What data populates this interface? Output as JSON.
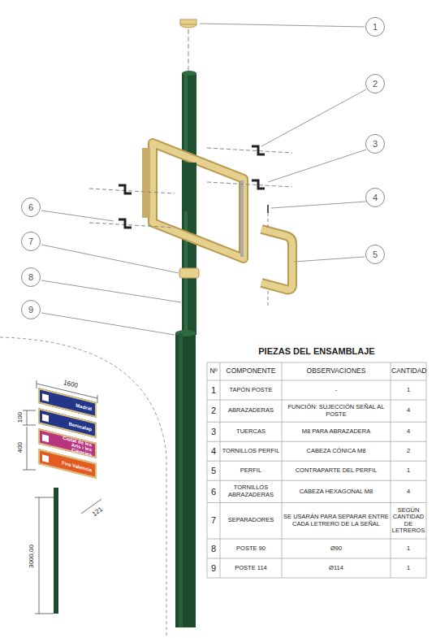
{
  "diagram": {
    "nodes": [
      {
        "text": [
          "1"
        ]
      },
      {
        "text": [
          "2"
        ]
      },
      {
        "text": [
          "3"
        ]
      },
      {
        "text": [
          "4"
        ]
      },
      {
        "text": [
          "5"
        ]
      },
      {
        "text": [
          "6"
        ]
      },
      {
        "text": [
          "7"
        ]
      },
      {
        "text": [
          "8"
        ]
      },
      {
        "text": [
          "9"
        ]
      },
      {
        "text": [
          "Madrid"
        ]
      },
      {
        "text": [
          "Benicalap"
        ]
      },
      {
        "text": [
          "Ciutat de les Arts i les Ciències"
        ]
      },
      {
        "text": [
          "Fira Valencia"
        ]
      }
    ],
    "labels": [
      "PIEZAS DEL ENSAMBLAJE",
      "Nº",
      "COMPONENTE",
      "OBSERVACIONES",
      "CANTIDAD",
      "1",
      "TAPÓN POSTE",
      "-",
      "1",
      "2",
      "ABRAZADERAS",
      "FUNCIÓN: SUJECCIÓN SEÑAL AL POSTE",
      "4",
      "3",
      "TUERCAS",
      "M8 PARA ABRAZADERA",
      "4",
      "4",
      "TORNILLOS PERFIL",
      "CABEZA CÓNICA M8",
      "2",
      "5",
      "PERFIL",
      "CONTRAPARTE DEL PERFIL",
      "1",
      "6",
      "TORNILLOS ABRAZADERAS",
      "CABEZA HEXAGONAL M8",
      "4",
      "7",
      "SEPARADORES",
      "SE USARÁN PARA SEPARAR ENTRE CADA LETRERO DE LA SEÑAL",
      "SEGÚN CANTIDAD DE LETREROS",
      "8",
      "POSTE 90",
      "Ø90",
      "1",
      "9",
      "POSTE 114",
      "Ø114",
      "1",
      "1600",
      "100",
      "400",
      "121",
      "3000,00"
    ]
  }
}
